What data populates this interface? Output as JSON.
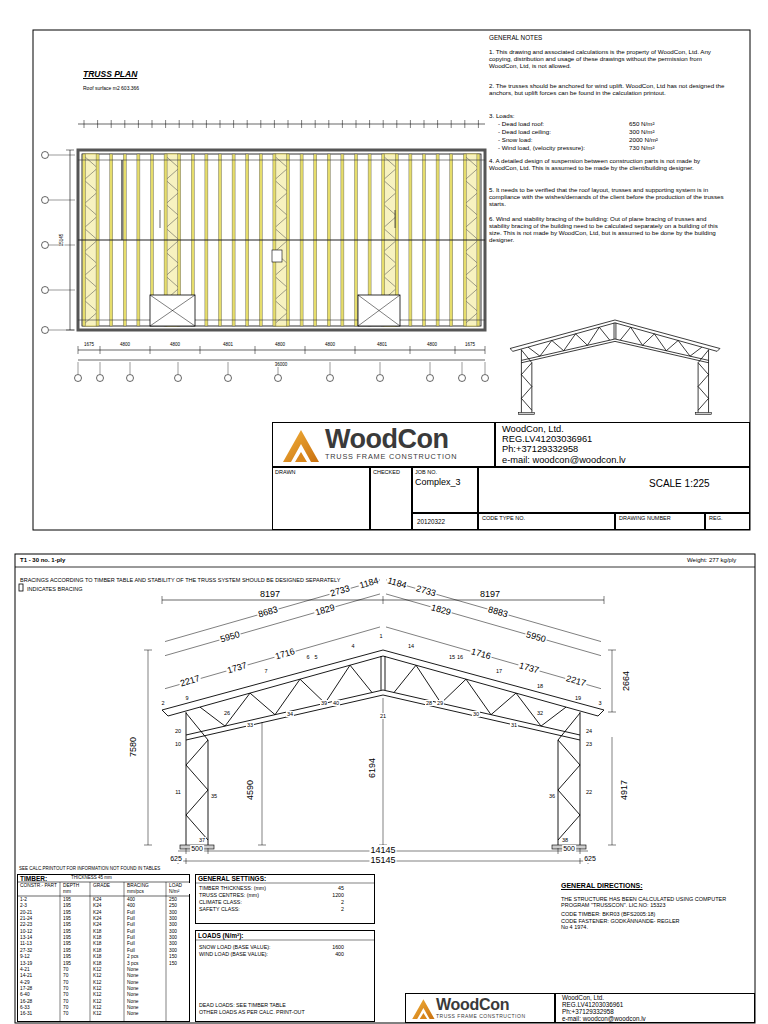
{
  "diagram": {
    "nodes": [
      {
        "text": [
          "WoodCon",
          "TRUSS FRAME CONSTRUCTION"
        ]
      },
      {
        "text": [
          "WoodCon, Ltd.",
          "REG.LV41203036961",
          "Ph:+37129332958",
          "e-mail: woodcon@woodcon.lv"
        ]
      },
      {
        "text": [
          "DRAWN"
        ]
      },
      {
        "text": [
          "CHECKED"
        ]
      },
      {
        "text": [
          "JOB NO.",
          "Complex_3"
        ]
      },
      {
        "text": [
          "SCALE 1:225"
        ]
      },
      {
        "text": [
          "20120322"
        ]
      },
      {
        "text": [
          "CODE TYPE NO."
        ]
      },
      {
        "text": [
          "DRAWING NUMBER"
        ]
      },
      {
        "text": [
          "REG."
        ]
      },
      {
        "text": [
          "TIMBER:"
        ]
      },
      {
        "text": [
          "GENERAL SETTINGS:"
        ]
      },
      {
        "text": [
          "LOADS (N/m²):"
        ]
      },
      {
        "text": [
          "WoodCon",
          "TRUSS FRAME CONSTRUCTION"
        ]
      },
      {
        "text": [
          "WoodCon, Ltd.",
          "REG.LV41203036961",
          "Ph:+37129332958",
          "e-mail: woodcon@woodcon.lv"
        ]
      }
    ],
    "labels": [
      "TRUSS PLAN",
      "Roof surface m2 603.366",
      "GENERAL NOTES",
      "1. This drawing and associated calculations is the property of WoodCon, Ltd. Any copying, distribution and usage of these drawings without the permission from WoodCon, Ltd, is not allowed.",
      "2. The trusses should be anchored for wind uplift. WoodCon, Ltd has not designed the anchors, but uplift forces can be found in the calculation printout.",
      "3. Loads:",
      "- Dead load roof:",
      "650 N/m²",
      "- Dead load ceiling:",
      "300 N/m²",
      "- Snow load:",
      "2000 N/m²",
      "- Wind load, (velocity pressure):",
      "730 N/m²",
      "4. A detailed design of suspension between construction parts is not made by WoodCon, Ltd. This is assumed to be made by the client/building designer.",
      "5. It needs to be verified that the roof layout, trusses and supporting system is in compliance with the wishes/demands of the client before the production of the trusses starts.",
      "6. Wind and stability bracing of the building: Out of plane bracing of trusses and stability bracing of the building need to be calculated separately on a building of this size. This is not made by WoodCon, Ltd, but is assumed to be done by the building designer.",
      "1675",
      "4800",
      "4800",
      "4801",
      "4800",
      "4800",
      "4801",
      "4800",
      "1675",
      "36000",
      "15145",
      "T1 - 30 no. 1-ply",
      "Weight: 277 kg/ply",
      "BRACINGS ACCORDING TO TIMBER TABLE AND STABILITY OF THE TRUSS SYSTEM SHOULD BE DESIGNED SEPARATELY",
      "INDICATES BRACING",
      "8197",
      "8197",
      "8683",
      "2733",
      "1184",
      "5950",
      "1829",
      "2217",
      "1737",
      "1716",
      "1184",
      "2733",
      "8883",
      "1829",
      "5950",
      "1716",
      "1737",
      "2217",
      "7580",
      "4590",
      "6194",
      "4917",
      "2664",
      "14145",
      "15145",
      "500",
      "500",
      "625",
      "625",
      "SEE CALC.PRINTOUT FOR INFORMATION NOT FOUND IN TABLES",
      "1",
      "2",
      "3",
      "4",
      "5",
      "6",
      "7",
      "9",
      "10",
      "11",
      "14",
      "15",
      "16",
      "17",
      "18",
      "19",
      "20",
      "21",
      "22",
      "23",
      "24",
      "26",
      "28",
      "29",
      "30",
      "31",
      "32",
      "33",
      "34",
      "35",
      "36",
      "37",
      "38",
      "39",
      "40",
      "THICKNESS 45 mm",
      "CONSTR.- PART",
      "DEPTH mm",
      "GRADE",
      "BRACING mm/pcs",
      "LOAD N/m²",
      "1-2",
      "195",
      "K24",
      "400",
      "250",
      "2-3",
      "195",
      "K24",
      "400",
      "250",
      "20-21",
      "195",
      "K24",
      "Full",
      "300",
      "21-24",
      "195",
      "K24",
      "Full",
      "300",
      "22-23",
      "195",
      "K24",
      "Full",
      "300",
      "10-12",
      "195",
      "K18",
      "Full",
      "300",
      "13-14",
      "195",
      "K18",
      "Full",
      "300",
      "11-13",
      "195",
      "K18",
      "Full",
      "300",
      "27-32",
      "195",
      "K18",
      "Full",
      "300",
      "9-12",
      "195",
      "K18",
      "2 pcs",
      "150",
      "13-19",
      "195",
      "K18",
      "3 pcs",
      "150",
      "4-21",
      "70",
      "K12",
      "None",
      "14-21",
      "70",
      "K12",
      "None",
      "4-29",
      "70",
      "K12",
      "None",
      "17-28",
      "70",
      "K12",
      "None",
      "6-40",
      "70",
      "K12",
      "None",
      "16-28",
      "70",
      "K12",
      "None",
      "6-33",
      "70",
      "K12",
      "None",
      "16-31",
      "70",
      "K12",
      "None",
      "TIMBER THICKNESS: (mm)",
      "45",
      "TRUSS CENTRES: (mm)",
      "1200",
      "CLIMATE CLASS:",
      "2",
      "SAFETY CLASS:",
      "2",
      "SNOW LOAD (BASE VALUE):",
      "1600",
      "WIND LOAD (BASE VALUE):",
      "400",
      "DEAD LOADS: SEE TIMBER TABLE",
      "OTHER LOADS AS PER CALC. PRINT-OUT",
      "GENERAL DIRECTIONS:",
      "THE STRUCTURE HAS BEEN CALCULATED USING COMPUTER PROGRAM \"TRUSSCON\". LIC.NO: 15323",
      "CODE TIMBER: BKR03 (BFS2005:18)",
      "CODE FASTENER: GODKÄNNANDE- REGLER No 4 1974."
    ]
  }
}
